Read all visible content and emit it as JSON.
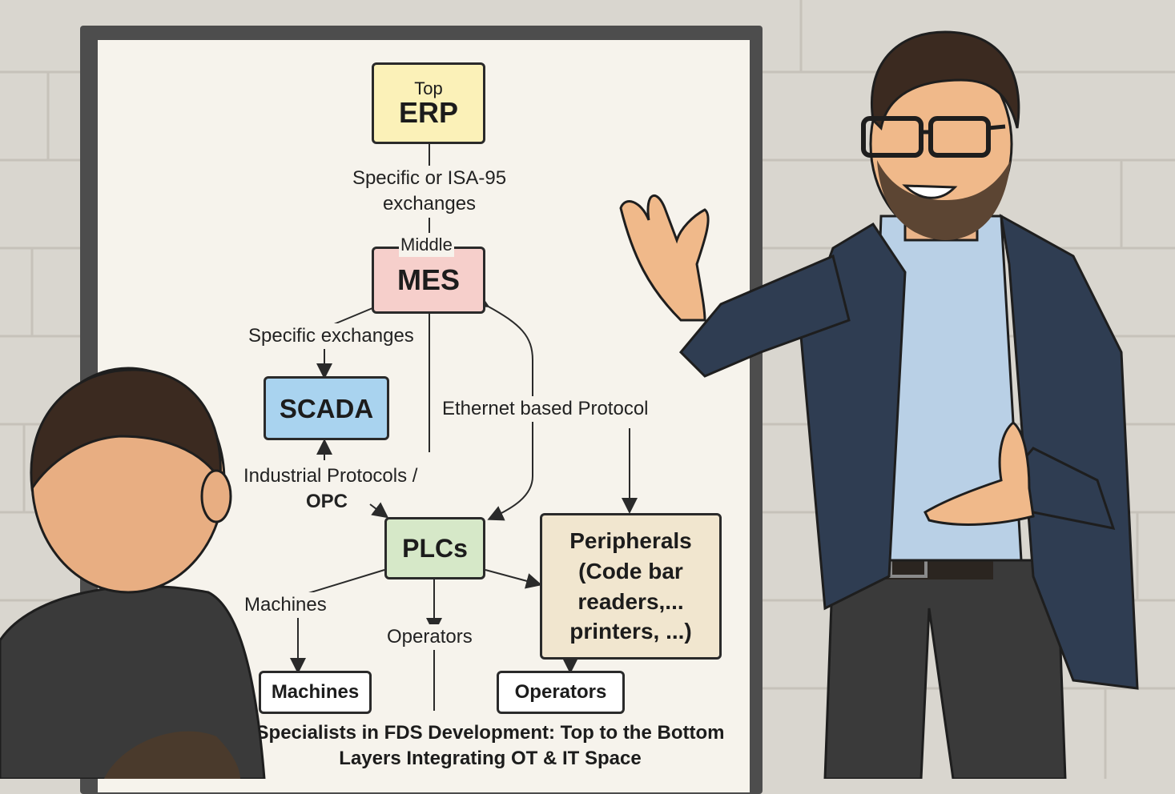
{
  "diagram": {
    "nodes": {
      "erp": {
        "level": "Top",
        "name": "ERP",
        "fill": "#fbf1b8"
      },
      "mes": {
        "level": "Middle",
        "name": "MES",
        "fill": "#f6cfcb"
      },
      "scada": {
        "name": "SCADA",
        "fill": "#a9d3ef"
      },
      "plcs": {
        "name": "PLCs",
        "fill": "#d6e8c8"
      },
      "peripherals": {
        "lines": [
          "Peripherals",
          "(Code bar",
          "readers,...",
          "printers, ...)"
        ],
        "fill": "#f1e6cf"
      },
      "machines": {
        "name": "Machines",
        "fill": "#ffffff"
      },
      "operators": {
        "name": "Operators",
        "fill": "#ffffff"
      }
    },
    "edges": {
      "erp_mes": {
        "lines": [
          "Specific or ISA-95",
          "exchanges"
        ]
      },
      "mes_scada": {
        "label": "Specific exchanges"
      },
      "scada_plcs": {
        "line1": "Industrial Protocols /",
        "line2": "OPC"
      },
      "mes_plcs": {
        "label": "Ethernet based Protocol"
      },
      "plcs_machines": {
        "label": "Machines"
      },
      "plcs_operators": {
        "label": "Operators"
      }
    },
    "caption": {
      "line1": "Specialists in FDS Development:  Top to the Bottom",
      "line2": "Layers Integrating OT & IT Space"
    }
  },
  "colors": {
    "whiteboard": "#f6f3ec",
    "frame": "#4d4d4d",
    "wall": "#d9d6cf",
    "ink": "#2a2a2a"
  },
  "icons": {
    "presenter": "presenter-figure",
    "viewer": "viewer-figure"
  }
}
